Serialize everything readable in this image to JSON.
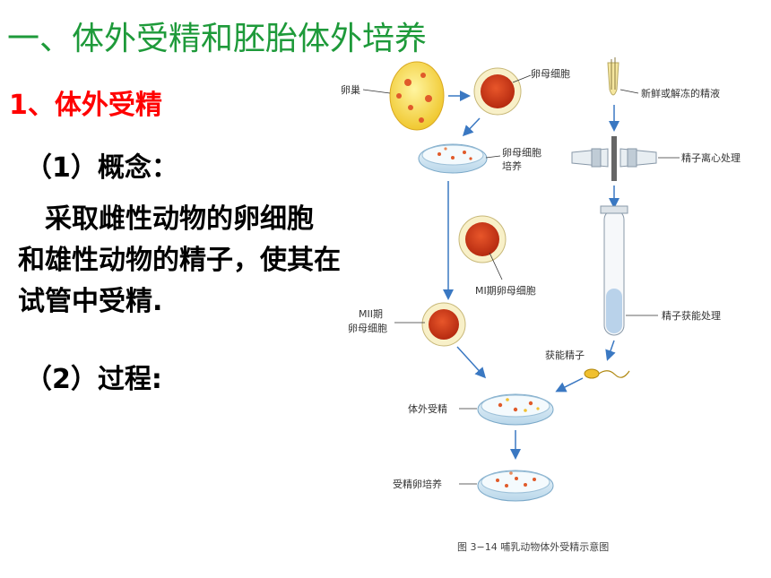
{
  "slide": {
    "title": "一、体外受精和胚胎体外培养",
    "section_heading": "1、体外受精",
    "concept_label": "（1）概念：",
    "concept_lines": [
      "　采取雌性动物的卵细胞",
      "和雄性动物的精子，使其在",
      "试管中受精."
    ],
    "process_label": "（2）过程:"
  },
  "diagram": {
    "labels": {
      "ovary": "卵巢",
      "oocyte": "卵母细胞",
      "oocyte_culture_1": "卵母细胞",
      "oocyte_culture_2": "培养",
      "mi_oocyte": "MI期卵母细胞",
      "mii_line1": "MII期",
      "mii_line2": "卵母细胞",
      "semen": "新鲜或解冻的精液",
      "centrifuge": "精子离心处理",
      "capacitation": "精子获能处理",
      "capacitated_sperm": "获能精子",
      "ivf": "体外受精",
      "zygote_culture": "受精卵培养",
      "caption": "图 3−14   哺乳动物体外受精示意图"
    }
  }
}
